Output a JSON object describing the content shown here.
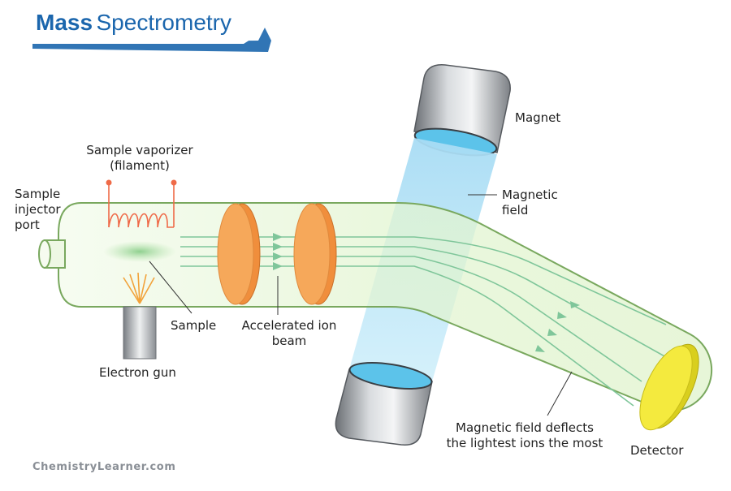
{
  "title": {
    "bold": "Mass",
    "light": "Spectrometry"
  },
  "labels": {
    "magnet": "Magnet",
    "magnetic_field": [
      "Magnetic",
      "field"
    ],
    "sample_vaporizer": [
      "Sample vaporizer",
      "(filament)"
    ],
    "sample_injector_port": [
      "Sample",
      "injector",
      "port"
    ],
    "sample": "Sample",
    "accelerated_ion_beam": [
      "Accelerated ion",
      "beam"
    ],
    "electron_gun": "Electron gun",
    "deflection_note": [
      "Magnetic field deflects",
      "the lightest ions the most"
    ],
    "detector": "Detector"
  },
  "credit": "ChemistryLearner.com",
  "colors": {
    "title_blue": "#1b66ad",
    "tube_outline": "#79a85e",
    "tube_fill": "#e9f6dc",
    "ion_beam": "#7fc69a",
    "plates": "#f6a85a",
    "field": "#bfe6f7",
    "magnet_metal": "#9ea2a6",
    "magnet_face": "#5cc3ea",
    "filament": "#ef6a48",
    "detector": "#f4ea3e"
  }
}
